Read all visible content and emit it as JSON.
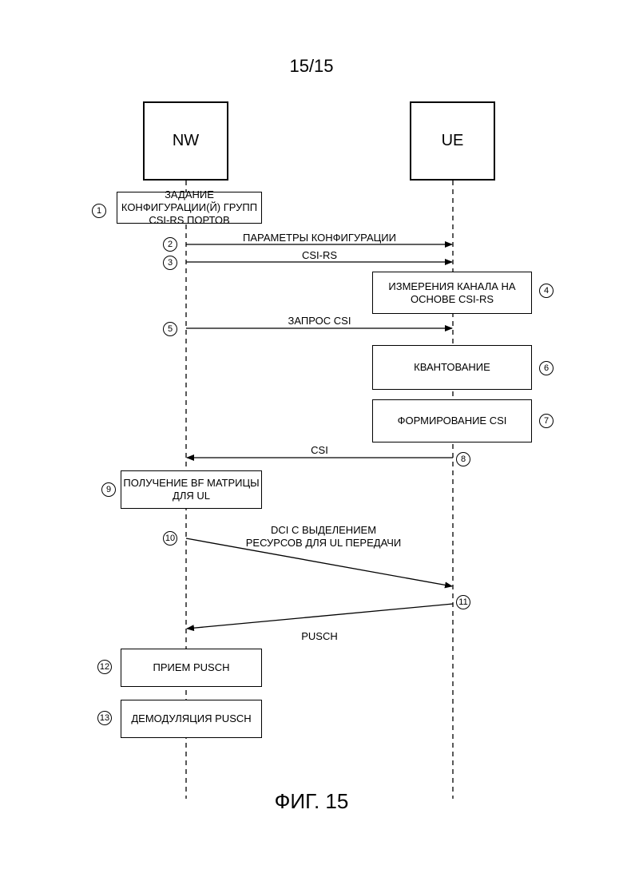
{
  "page_number": "15/15",
  "figure_caption": "ФИГ. 15",
  "entities": {
    "nw": "NW",
    "ue": "UE"
  },
  "boxes": {
    "config": "ЗАДАНИЕ КОНФИГУРАЦИИ(Й) ГРУПП CSI-RS ПОРТОВ",
    "channel_measure": "ИЗМЕРЕНИЯ КАНАЛА НА ОСНОВЕ CSI-RS",
    "quantize": "КВАНТОВАНИЕ",
    "csi_form": "ФОРМИРОВАНИЕ CSI",
    "bf_matrix": "ПОЛУЧЕНИЕ BF МАТРИЦЫ ДЛЯ UL",
    "pusch_rx": "ПРИЕМ PUSCH",
    "pusch_demod": "ДЕМОДУЛЯЦИЯ PUSCH"
  },
  "messages": {
    "config_params": "ПАРАМЕТРЫ КОНФИГУРАЦИИ",
    "csi_rs": "CSI-RS",
    "csi_request": "ЗАПРОС CSI",
    "csi": "CSI",
    "dci": "DCI С ВЫДЕЛЕНИЕМ РЕСУРСОВ ДЛЯ UL ПЕРЕДАЧИ",
    "pusch": "PUSCH"
  },
  "steps": [
    "1",
    "2",
    "3",
    "4",
    "5",
    "6",
    "7",
    "8",
    "9",
    "10",
    "11",
    "12",
    "13"
  ]
}
